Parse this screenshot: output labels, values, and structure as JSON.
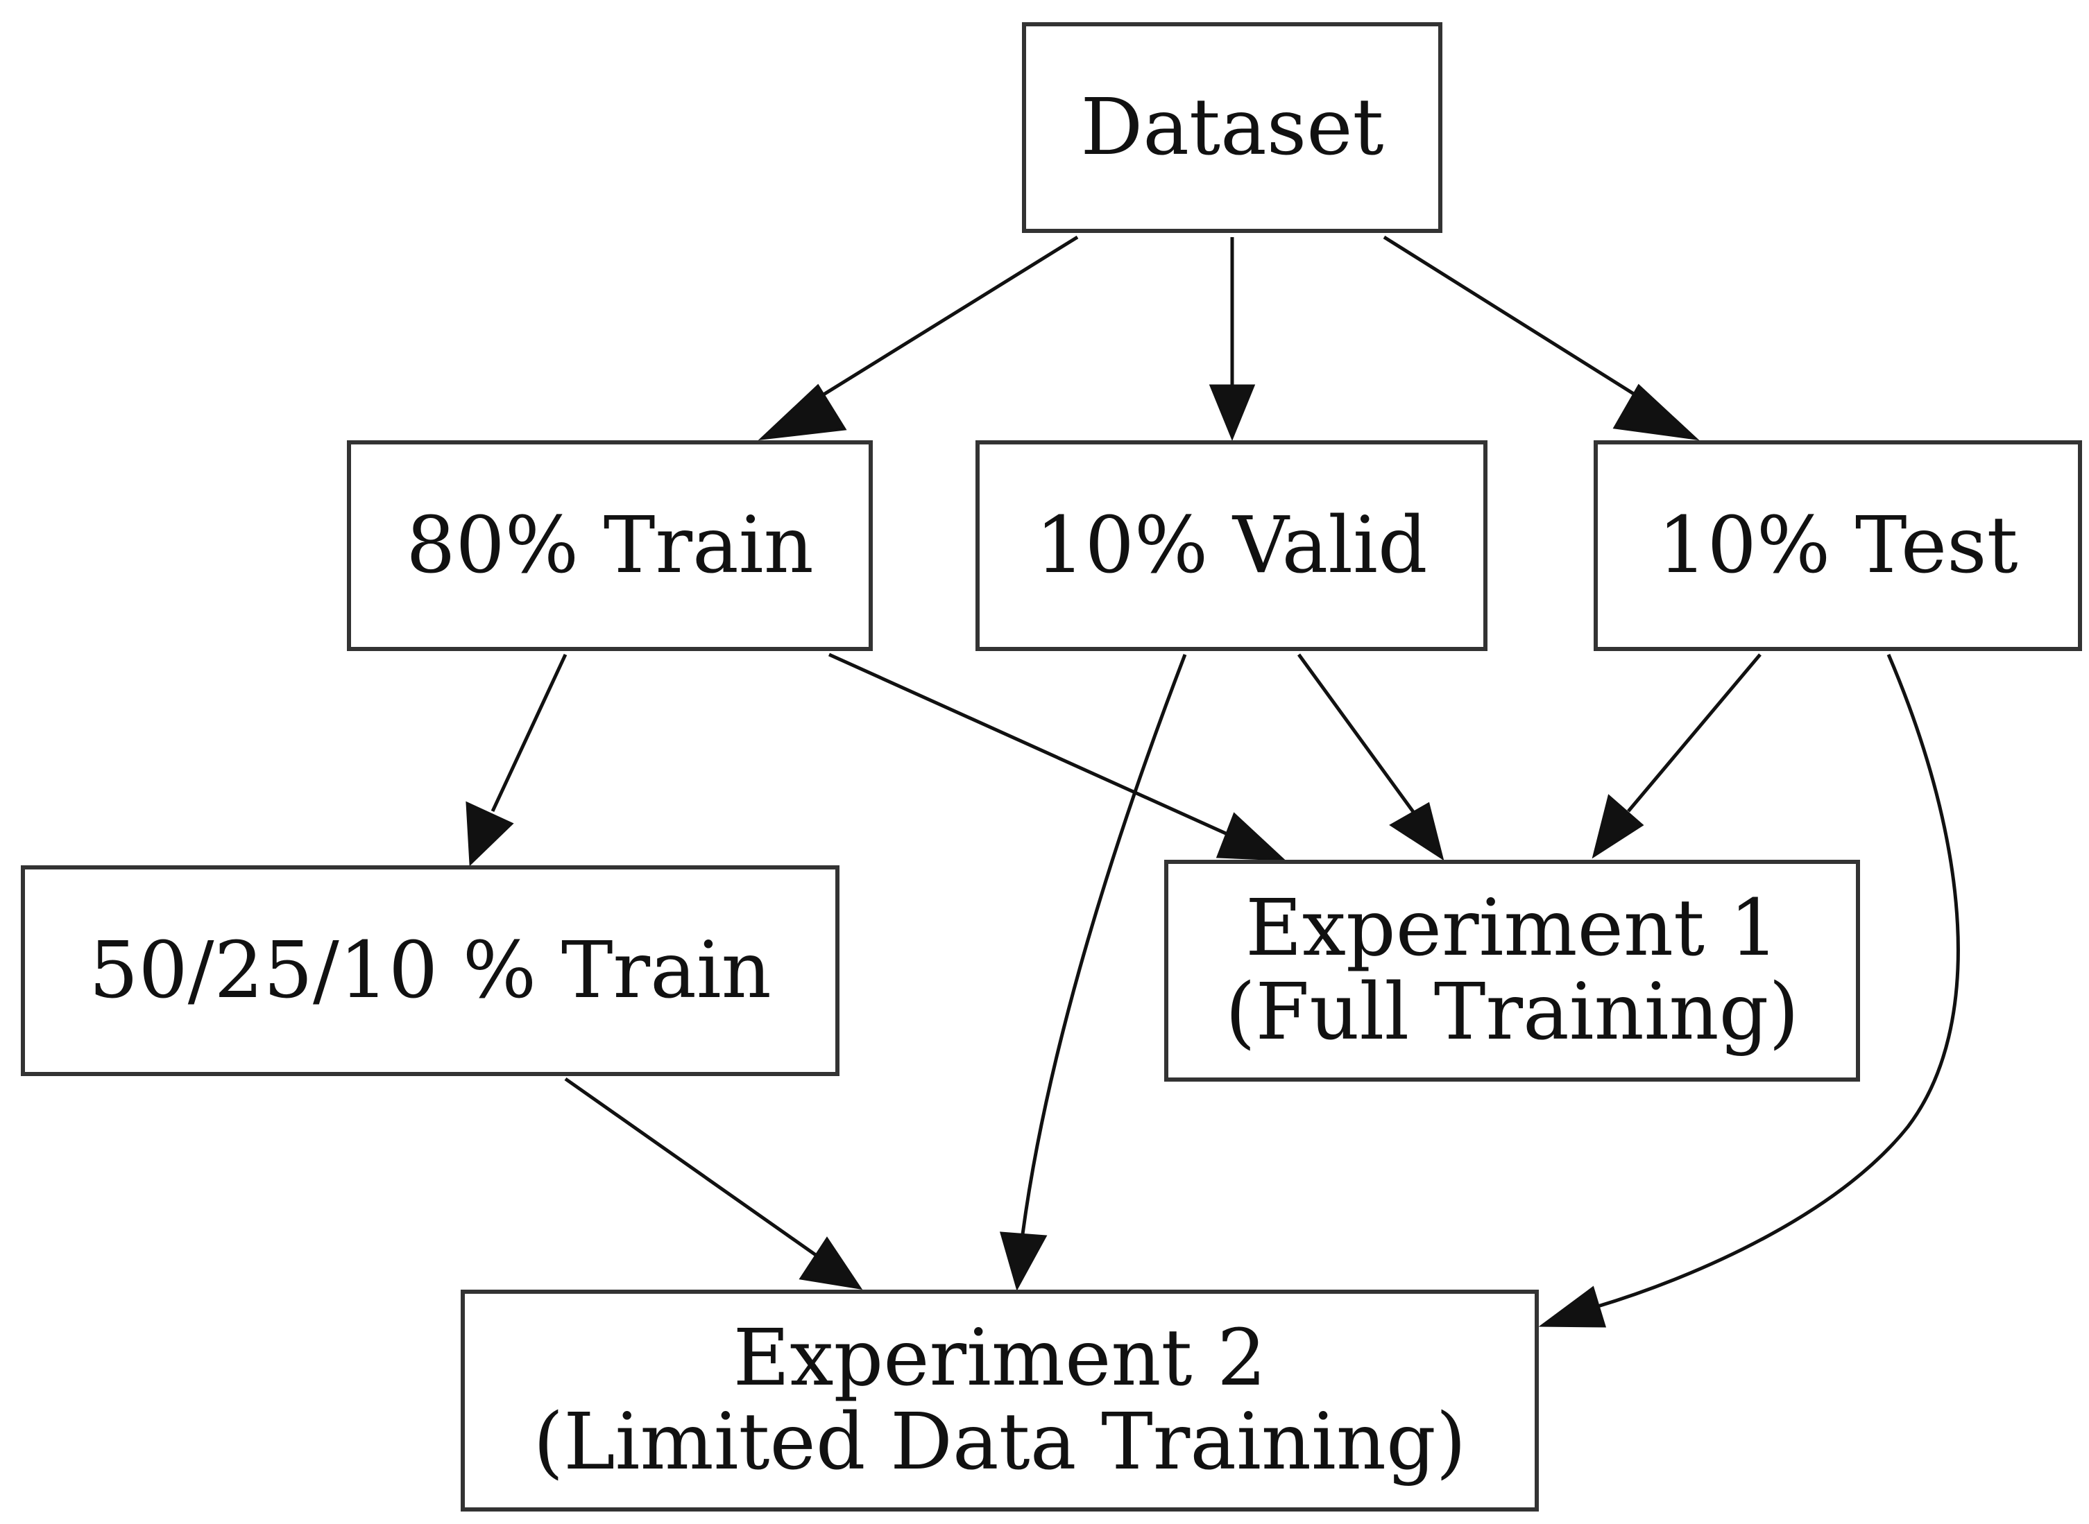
{
  "diagram": {
    "nodes": {
      "dataset": {
        "label": "Dataset"
      },
      "train80": {
        "label": "80% Train"
      },
      "valid10": {
        "label": "10% Valid"
      },
      "test10": {
        "label": "10% Test"
      },
      "train_subset": {
        "label": "50/25/10 % Train"
      },
      "experiment1": {
        "line1": "Experiment 1",
        "line2": "(Full Training)"
      },
      "experiment2": {
        "line1": "Experiment 2",
        "line2": "(Limited Data Training)"
      }
    },
    "edges": [
      {
        "from": "dataset",
        "to": "train80"
      },
      {
        "from": "dataset",
        "to": "valid10"
      },
      {
        "from": "dataset",
        "to": "test10"
      },
      {
        "from": "train80",
        "to": "train_subset"
      },
      {
        "from": "train80",
        "to": "experiment1"
      },
      {
        "from": "valid10",
        "to": "experiment1"
      },
      {
        "from": "test10",
        "to": "experiment1"
      },
      {
        "from": "valid10",
        "to": "experiment2"
      },
      {
        "from": "test10",
        "to": "experiment2"
      },
      {
        "from": "train_subset",
        "to": "experiment2"
      }
    ]
  }
}
